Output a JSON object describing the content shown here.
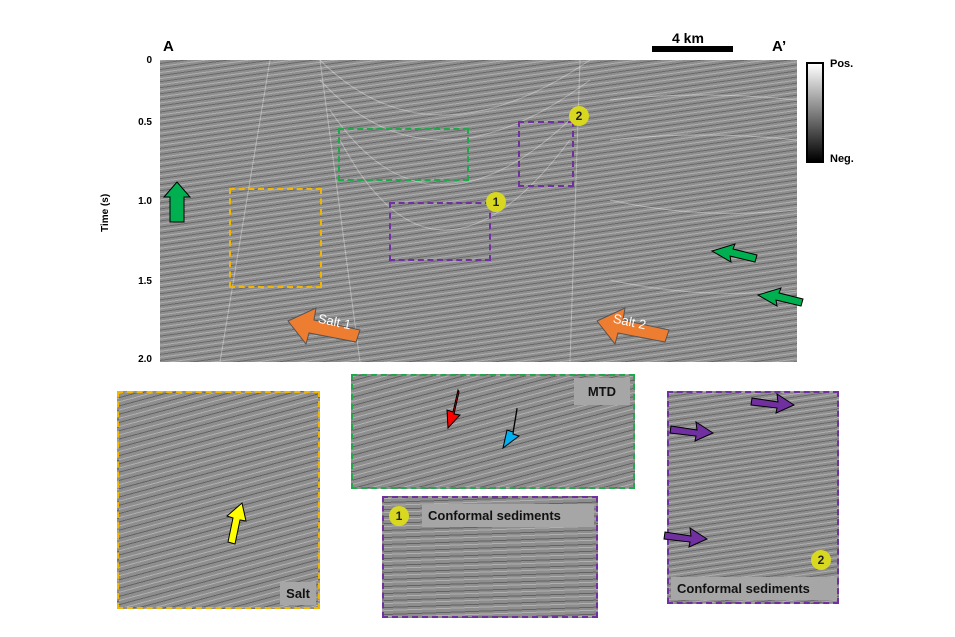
{
  "section": {
    "left_label": "A",
    "right_label": "A’",
    "scale_label": "4 km",
    "y_axis_label": "Time (s)",
    "y_ticks": [
      "0",
      "0.5",
      "1.0",
      "1.5",
      "2.0"
    ],
    "colorbar": {
      "top": "Pos.",
      "bottom": "Neg."
    },
    "annotations": {
      "salt1": "Salt 1",
      "salt2": "Salt 2",
      "marker1": "1",
      "marker2": "2"
    }
  },
  "insets": {
    "salt": {
      "label": "Salt"
    },
    "mtd": {
      "label": "MTD"
    },
    "conformal1": {
      "marker": "1",
      "label": "Conformal sediments"
    },
    "conformal2": {
      "marker": "2",
      "label": "Conformal sediments"
    }
  },
  "colors": {
    "yellow_box": "#f2b600",
    "green_box": "#1fa94b",
    "purple_box": "#7030a0",
    "orange_arrow": "#ed7d31",
    "green_arrow": "#00b050",
    "red_arrow": "#ff0000",
    "blue_arrow": "#00b0f0",
    "yellow_arrow": "#ffff00",
    "purple_arrow": "#7030a0"
  }
}
